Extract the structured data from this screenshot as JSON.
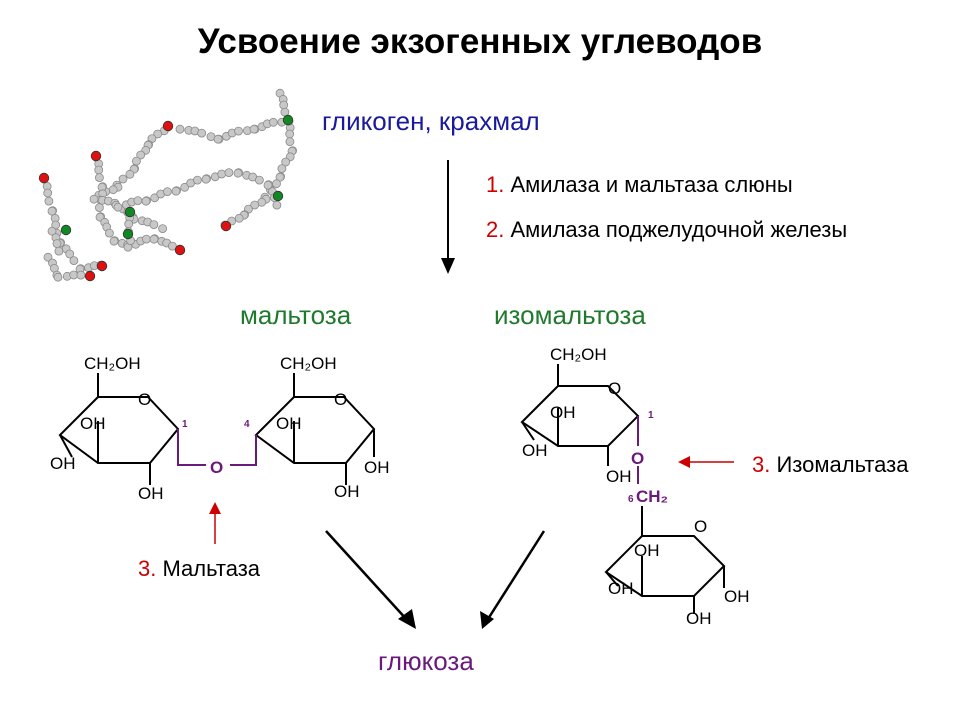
{
  "title": "Усвоение экзогенных углеводов",
  "substrate": "гликоген, крахмал",
  "steps": [
    {
      "num": "1.",
      "text": "Амилаза и мальтаза слюны"
    },
    {
      "num": "2.",
      "text": "Амилаза поджелудочной железы"
    }
  ],
  "maltose": {
    "label": "мальтоза",
    "enzyme_num": "3.",
    "enzyme": "Мальтаза",
    "atoms": {
      "ch2oh": "CH₂OH",
      "oh": "OH",
      "o": "O",
      "c1": "1",
      "c4": "4"
    }
  },
  "isomaltose": {
    "label": "изомальтоза",
    "enzyme_num": "3.",
    "enzyme": "Изомальтаза",
    "atoms": {
      "ch2oh": "CH₂OH",
      "oh": "OH",
      "o": "O",
      "c1": "1",
      "c6": "6",
      "ch2": "CH₂"
    }
  },
  "product": "глюкоза",
  "colors": {
    "red": "#cc0000",
    "blue": "#1a1a9a",
    "green": "#1f7a2e",
    "purple": "#6a1a7a",
    "bead": "#c8c8c8",
    "bead_end": "#dd1111",
    "bead_branch": "#118822"
  }
}
